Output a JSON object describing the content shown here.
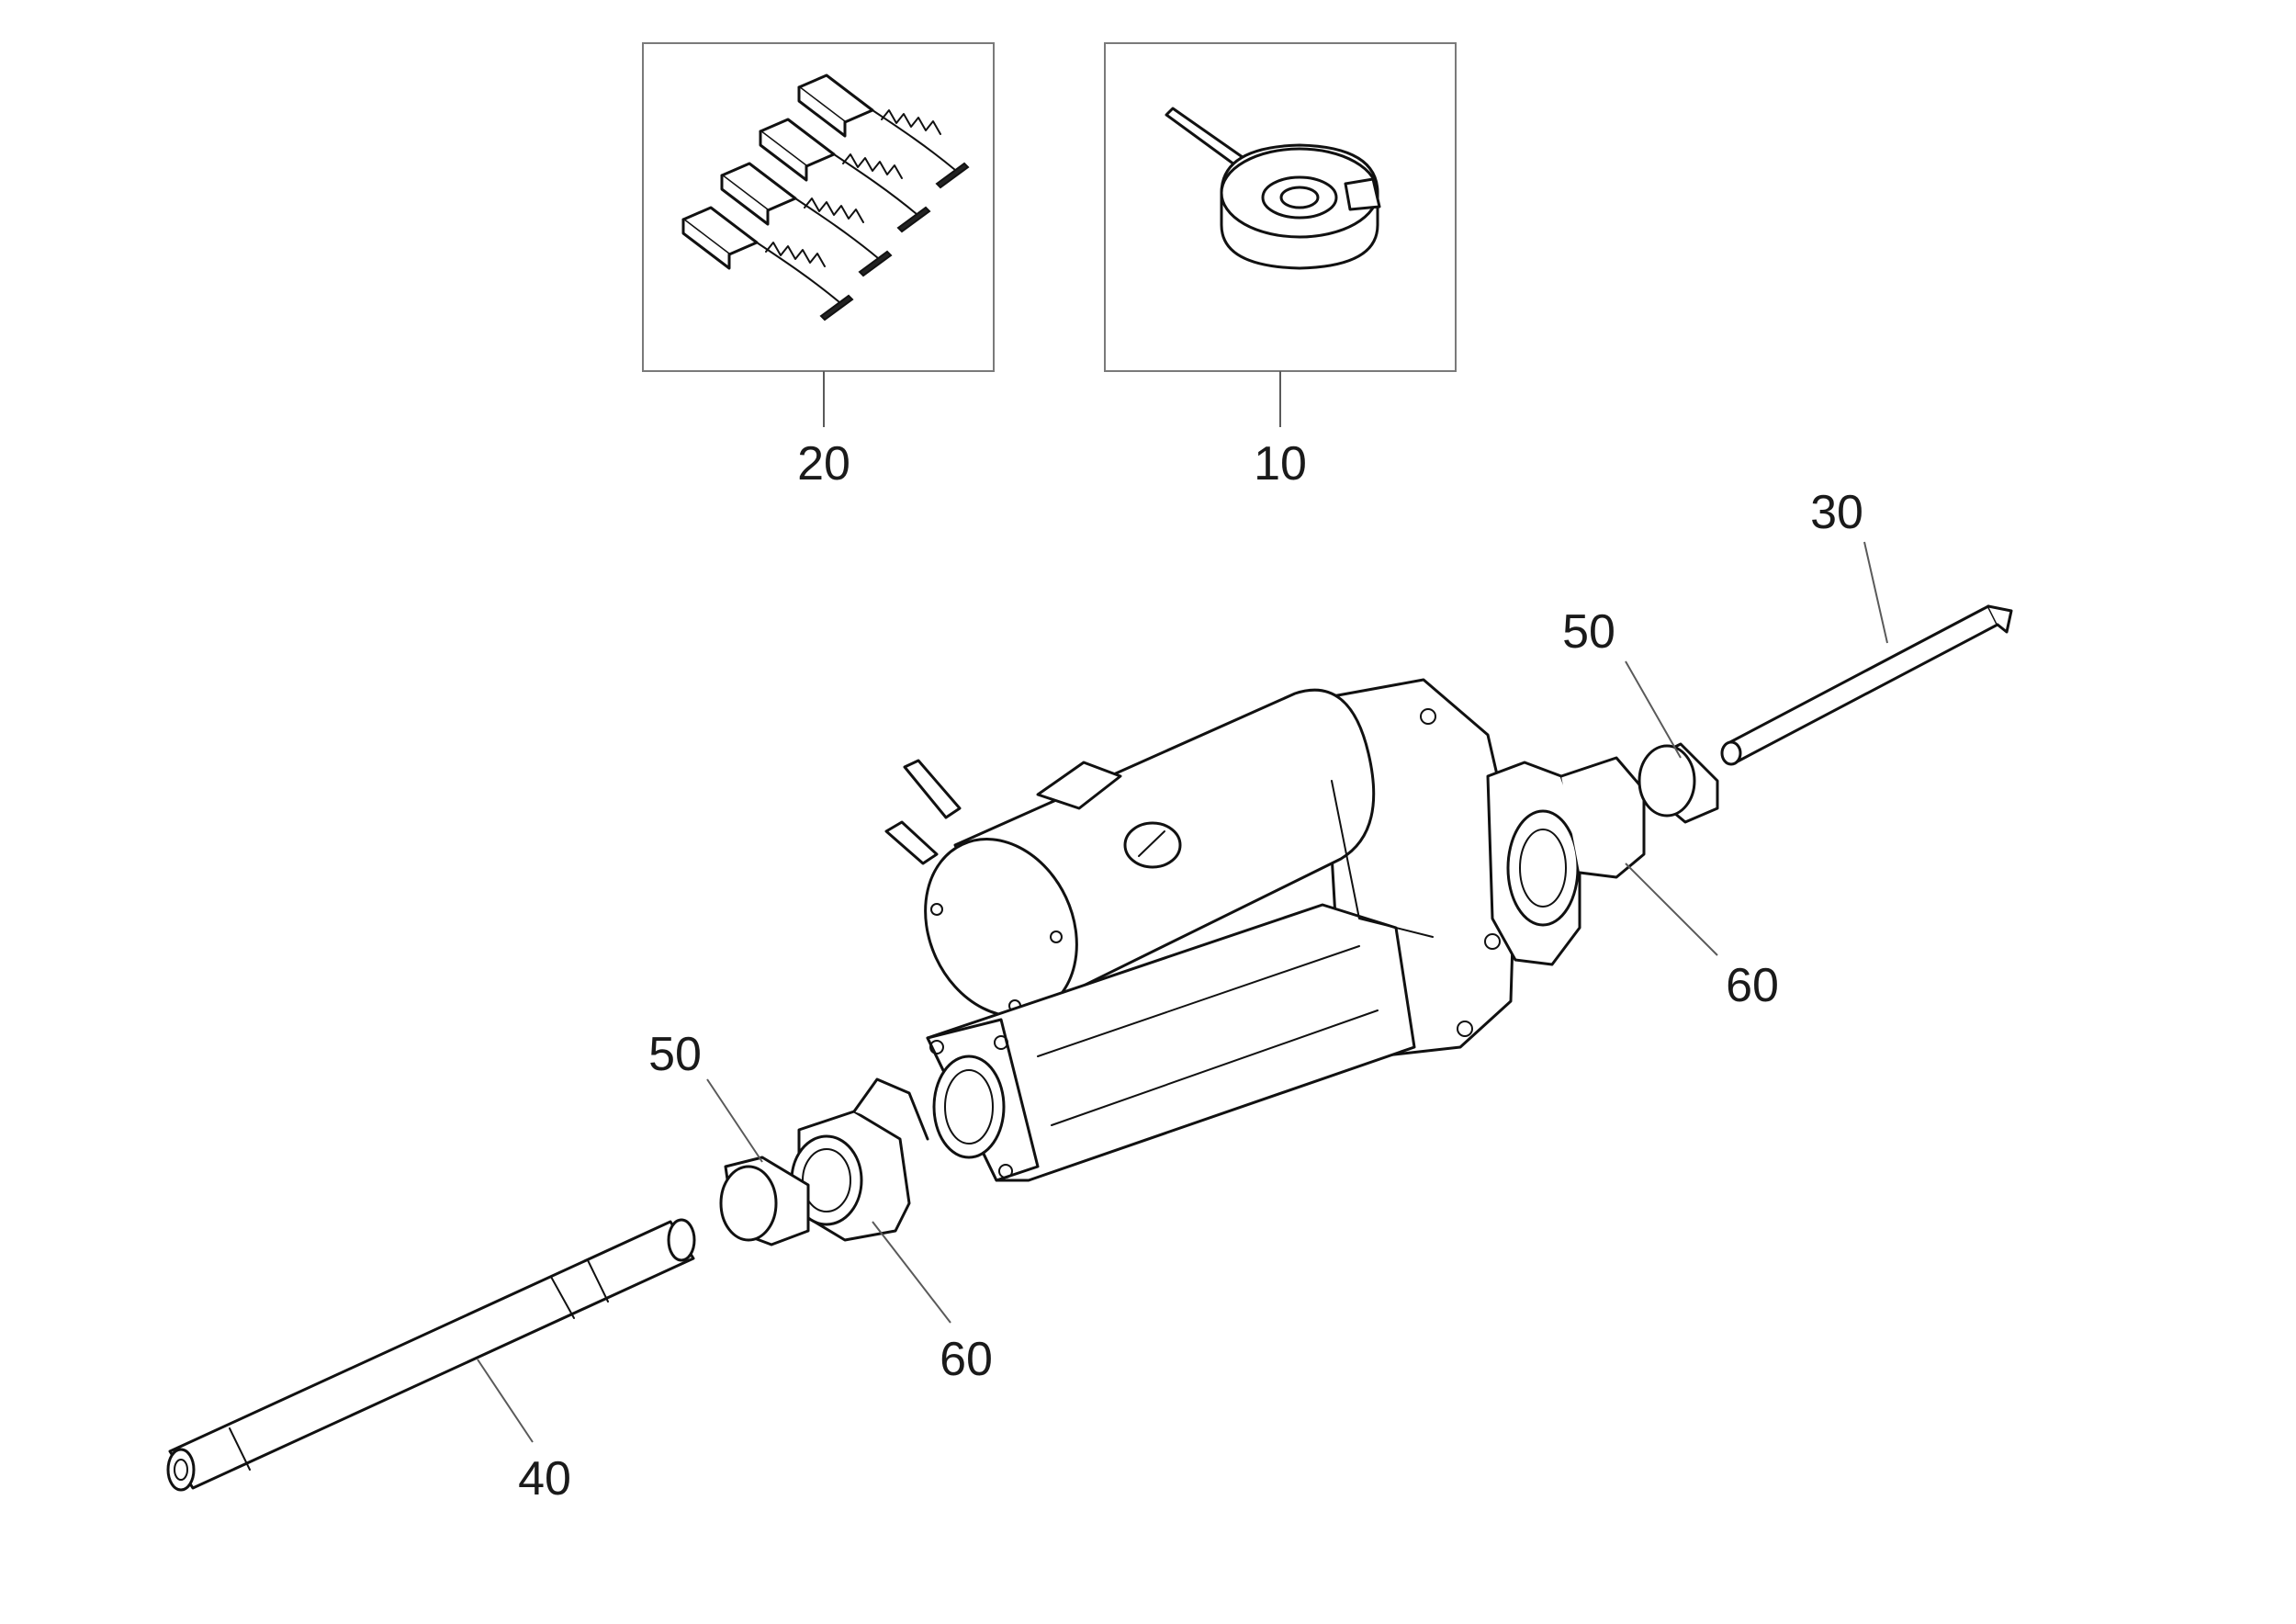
{
  "callouts": {
    "c10": "10",
    "c20": "20",
    "c30": "30",
    "c40": "40",
    "c50_left": "50",
    "c50_right": "50",
    "c60_left": "60",
    "c60_right": "60"
  }
}
